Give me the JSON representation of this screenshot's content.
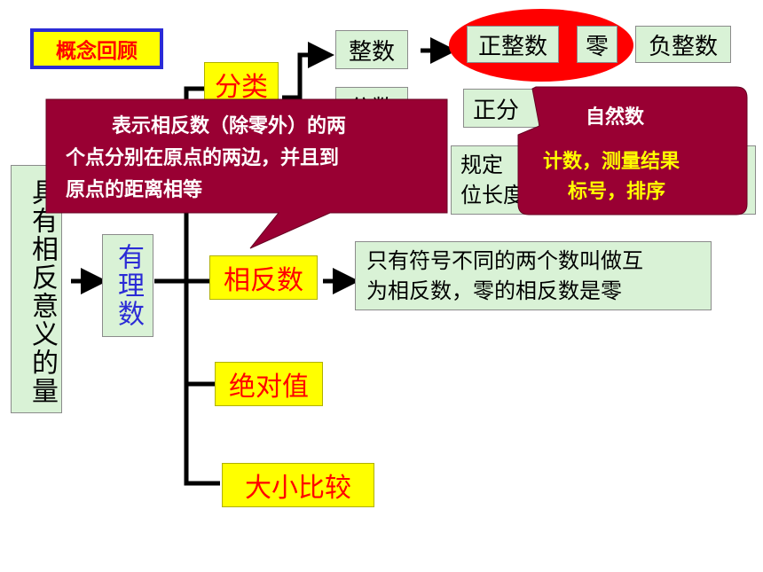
{
  "title": "概念回顾",
  "root": "具有相反意义的量",
  "center": "有理数",
  "branches": {
    "classify": "分类",
    "opposite": "相反数",
    "absolute": "绝对值",
    "compare": "大小比较"
  },
  "classify": {
    "integer": "整数",
    "fraction": "分数",
    "positive_integer": "正整数",
    "zero": "零",
    "negative_integer": "负整数",
    "positive_fraction": "正分"
  },
  "numberline_def": {
    "line1": "规定",
    "line2": "位长度"
  },
  "opposite_def": {
    "line1": "只有符号不同的两个数叫做互",
    "line2": "为相反数，零的相反数是零"
  },
  "callout_opposite": {
    "line1": "表示相反数（除零外）的两",
    "line2": "个点分别在原点的两边，并且到",
    "line3": "原点的距离相等"
  },
  "callout_natural": {
    "title": "自然数",
    "line1": "计数，测量结果",
    "line2": "标号，排序"
  },
  "colors": {
    "callout": "#990033",
    "highlight": "#ff0000",
    "box_fill": "#d9f2d6",
    "yellow": "#ffff00",
    "center_text": "#2b2bd6"
  }
}
